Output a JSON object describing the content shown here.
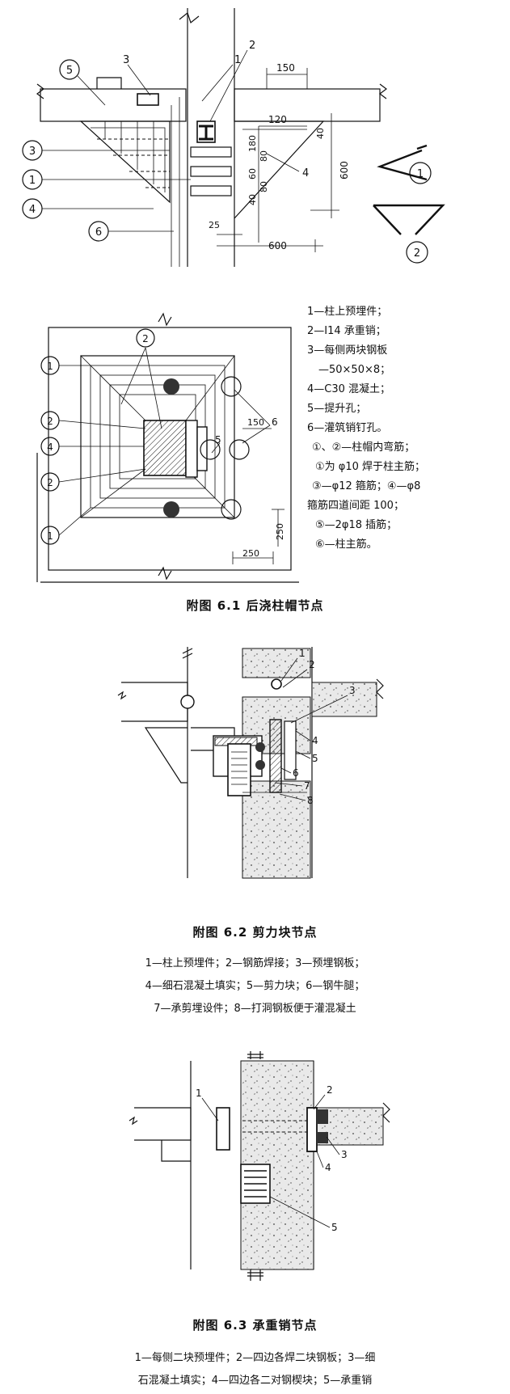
{
  "fig1": {
    "elev_callouts": [
      "5",
      "3",
      "1",
      "4",
      "6"
    ],
    "elev_leaders": [
      "3",
      "2",
      "1",
      "4"
    ],
    "dims": {
      "d150": "150",
      "d120": "120",
      "d180": "180",
      "d80a": "80",
      "d80b": "80",
      "d60": "60",
      "d40a": "40",
      "d40b": "40",
      "d25": "25",
      "d600v": "600",
      "d600h": "600"
    },
    "bar_labels": [
      "1",
      "2"
    ],
    "plan_callouts": [
      "1",
      "2",
      "4",
      "2",
      "1"
    ],
    "plan_top": "2",
    "plan_dims": {
      "d150": "150",
      "d250v": "250",
      "d250h": "250",
      "l5": "5",
      "l6": "6"
    },
    "legend": [
      "1—柱上预埋件；",
      "2—I14 承重销；",
      "3—每侧两块钢板",
      "  —50×50×8；",
      "4—C30 混凝土；",
      "5—提升孔；",
      "6—灌筑销钉孔。",
      "①、②—柱帽内弯筋；",
      "①为 φ10 焊于柱主筋；",
      "③—φ12 箍筋；④—φ8",
      "箍筋四道间距 100；",
      "⑤—2φ18 插筋；",
      "⑥—柱主筋。"
    ],
    "caption": "附图 6.1   后浇柱帽节点"
  },
  "fig2": {
    "labels": [
      "1",
      "2",
      "3",
      "4",
      "5",
      "6",
      "7",
      "8"
    ],
    "caption": "附图 6.2   剪力块节点",
    "notes": [
      "1—柱上预埋件；2—钢筋焊接；3—预埋钢板；",
      "4—细石混凝土填实；5—剪力块；6—钢牛腿；",
      "7—承剪埋设件；8—打洞钢板便于灌混凝土"
    ]
  },
  "fig3": {
    "labels": [
      "1",
      "2",
      "3",
      "4",
      "5"
    ],
    "caption": "附图 6.3   承重销节点",
    "notes": [
      "1—每侧二块预埋件；2—四边各焊二块钢板；3—细",
      "石混凝土填实；4—四边各二对钢楔块；5—承重销"
    ]
  }
}
